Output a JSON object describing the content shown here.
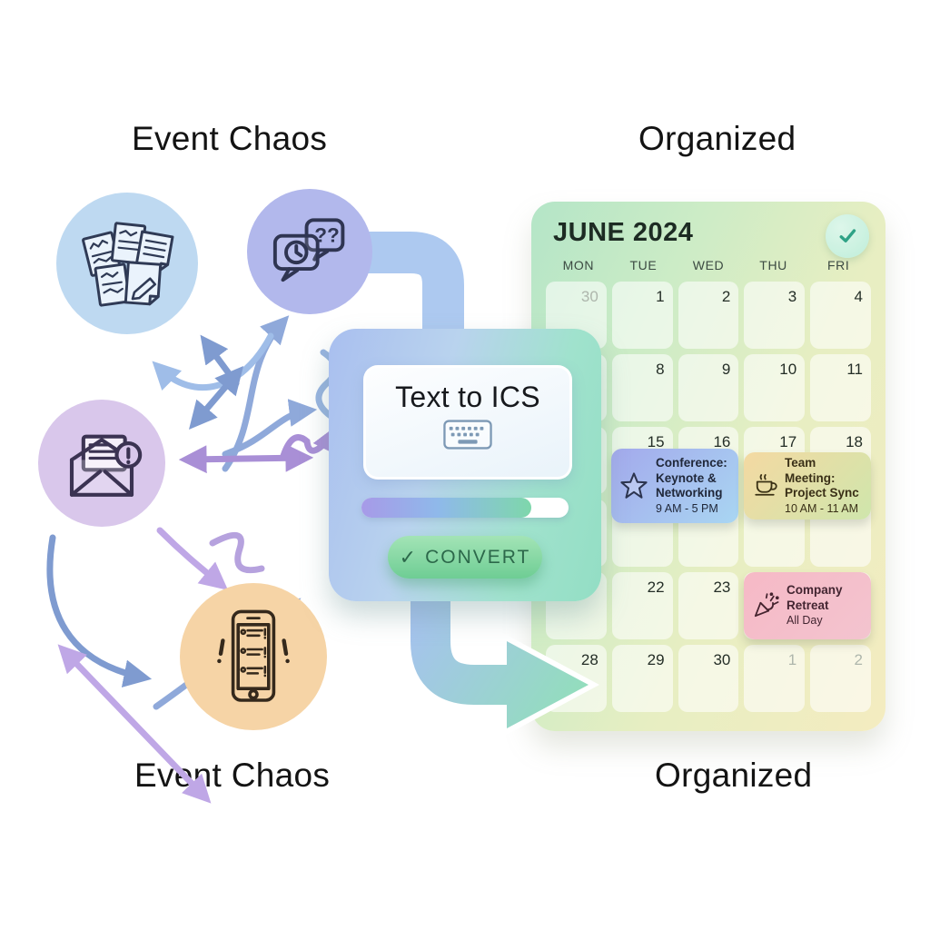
{
  "labels": {
    "top_left": "Event Chaos",
    "top_right": "Organized",
    "bottom_left": "Event Chaos",
    "bottom_right": "Organized"
  },
  "chaos_sources": [
    {
      "name": "scattered notes",
      "icon": "sticky-notes-icon"
    },
    {
      "name": "chat questions",
      "icon": "chat-bubbles-clock-icon"
    },
    {
      "name": "email alert",
      "icon": "envelope-alert-icon"
    },
    {
      "name": "phone checklist alerts",
      "icon": "phone-checklist-icon"
    }
  ],
  "converter": {
    "title": "Text to ICS",
    "input_icon": "keyboard-icon",
    "progress_width": "82%",
    "check_glyph": "✓",
    "button_label": "CONVERT"
  },
  "calendar": {
    "month_title": "JUNE 2024",
    "status_icon": "check-icon",
    "day_headers": [
      "MON",
      "TUE",
      "WED",
      "THU",
      "FRI"
    ],
    "grid": [
      [
        "30",
        "1",
        "2",
        "3",
        "4"
      ],
      [
        "",
        "8",
        "9",
        "10",
        "11"
      ],
      [
        "",
        "15",
        "16",
        "17",
        "18"
      ],
      [
        "",
        "",
        "",
        "",
        ""
      ],
      [
        "",
        "22",
        "23",
        "",
        ""
      ],
      [
        "28",
        "29",
        "30",
        "1",
        "2"
      ]
    ],
    "events": [
      {
        "title": "Conference: Keynote & Networking",
        "time": "9 AM - 5 PM",
        "icon": "star-icon"
      },
      {
        "title": "Team Meeting: Project Sync",
        "time": "10 AM - 11 AM",
        "icon": "coffee-cup-icon"
      },
      {
        "title": "Company Retreat",
        "time": "All Day",
        "icon": "party-popper-icon"
      }
    ]
  },
  "colors": {
    "panel_blue": "#a9bfef",
    "panel_mint": "#93dec4",
    "convert_green": "#6ecd94",
    "calendar_mint": "#b4e5c7",
    "calendar_yellow": "#f4ecc0",
    "event_conference_blue": "#a9d6f2",
    "event_meeting_yellow": "#f4d9a2",
    "event_retreat_pink": "#f6b9c6",
    "flow_arrow_blue": "#a6c2ef",
    "flow_arrow_green": "#93ddbd",
    "chaos_blue": "#8fa9da",
    "chaos_purple": "#b49ade",
    "chaos_orange": "#f2bd92",
    "circle_notes": "#bed9f1",
    "circle_chat": "#b2b8ec",
    "circle_envelope": "#d9c7eb",
    "circle_phone": "#f6d4a6",
    "check_teal": "#2fa286"
  }
}
